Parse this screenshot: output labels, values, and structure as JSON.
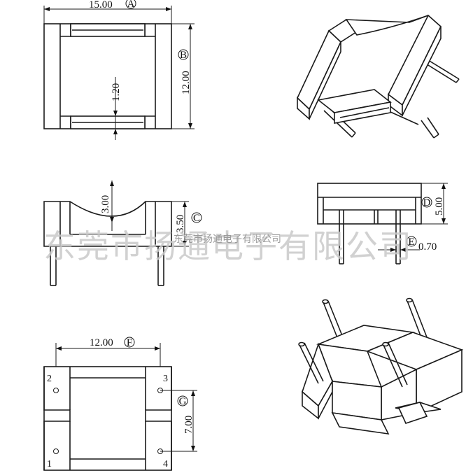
{
  "watermark": {
    "large_text": "东莞市扬通电子有限公司",
    "small_text": "东莞市扬通电子有限公司"
  },
  "top_view": {
    "width_label": "15.00",
    "width_ref": "A",
    "height_label": "12.00",
    "height_ref": "B",
    "slot_label": "1.20"
  },
  "front_view": {
    "depth_label": "3.00",
    "height_label": "3.50",
    "height_ref": "C"
  },
  "side_view": {
    "height_label": "5.00",
    "height_ref": "D",
    "pin_label": "0.70",
    "pin_ref": "E"
  },
  "bottom_view": {
    "width_label": "12.00",
    "width_ref": "F",
    "pitch_label": "7.00",
    "pitch_ref": "G",
    "pins": [
      "1",
      "2",
      "3",
      "4"
    ]
  }
}
